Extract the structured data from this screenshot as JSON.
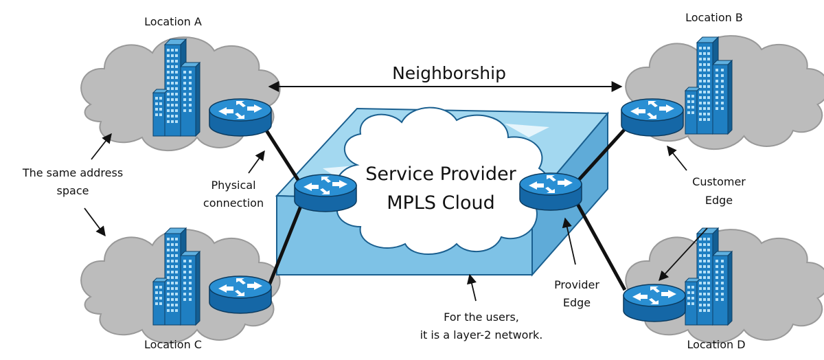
{
  "locations": {
    "a": "Location A",
    "b": "Location B",
    "c": "Location C",
    "d": "Location D"
  },
  "neighborship": "Neighborship",
  "address_space": [
    "The same address",
    "space"
  ],
  "physical_connection": [
    "Physical",
    "connection"
  ],
  "cloud": [
    "Service Provider",
    "MPLS Cloud"
  ],
  "customer_edge": [
    "Customer",
    "Edge"
  ],
  "provider_edge": [
    "Provider",
    "Edge"
  ],
  "users_note": [
    "For the users,",
    "it is a layer-2 network."
  ],
  "colors": {
    "site_cloud": "#bcbcbc",
    "building": "#1f7fc2",
    "router": "#1a7cc0",
    "box": "#8ccbe8",
    "ink": "#111111"
  }
}
